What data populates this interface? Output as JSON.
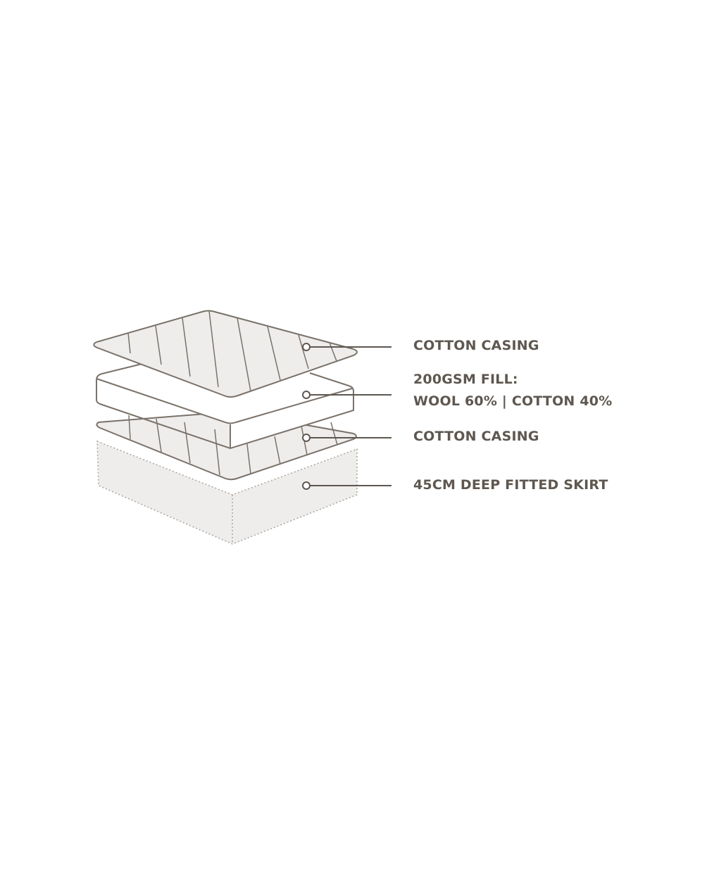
{
  "layers": [
    {
      "label": "COTTON CASING"
    },
    {
      "label_line1": "200GSM FILL:",
      "label_line2": "WOOL 60% | COTTON 40%"
    },
    {
      "label": "COTTON CASING"
    },
    {
      "label": "45CM DEEP FITTED SKIRT"
    }
  ],
  "colors": {
    "outline": "#7a726b",
    "text": "#5e5750",
    "fill": "#efedeb",
    "skirt_outline": "#a9a4a0"
  }
}
